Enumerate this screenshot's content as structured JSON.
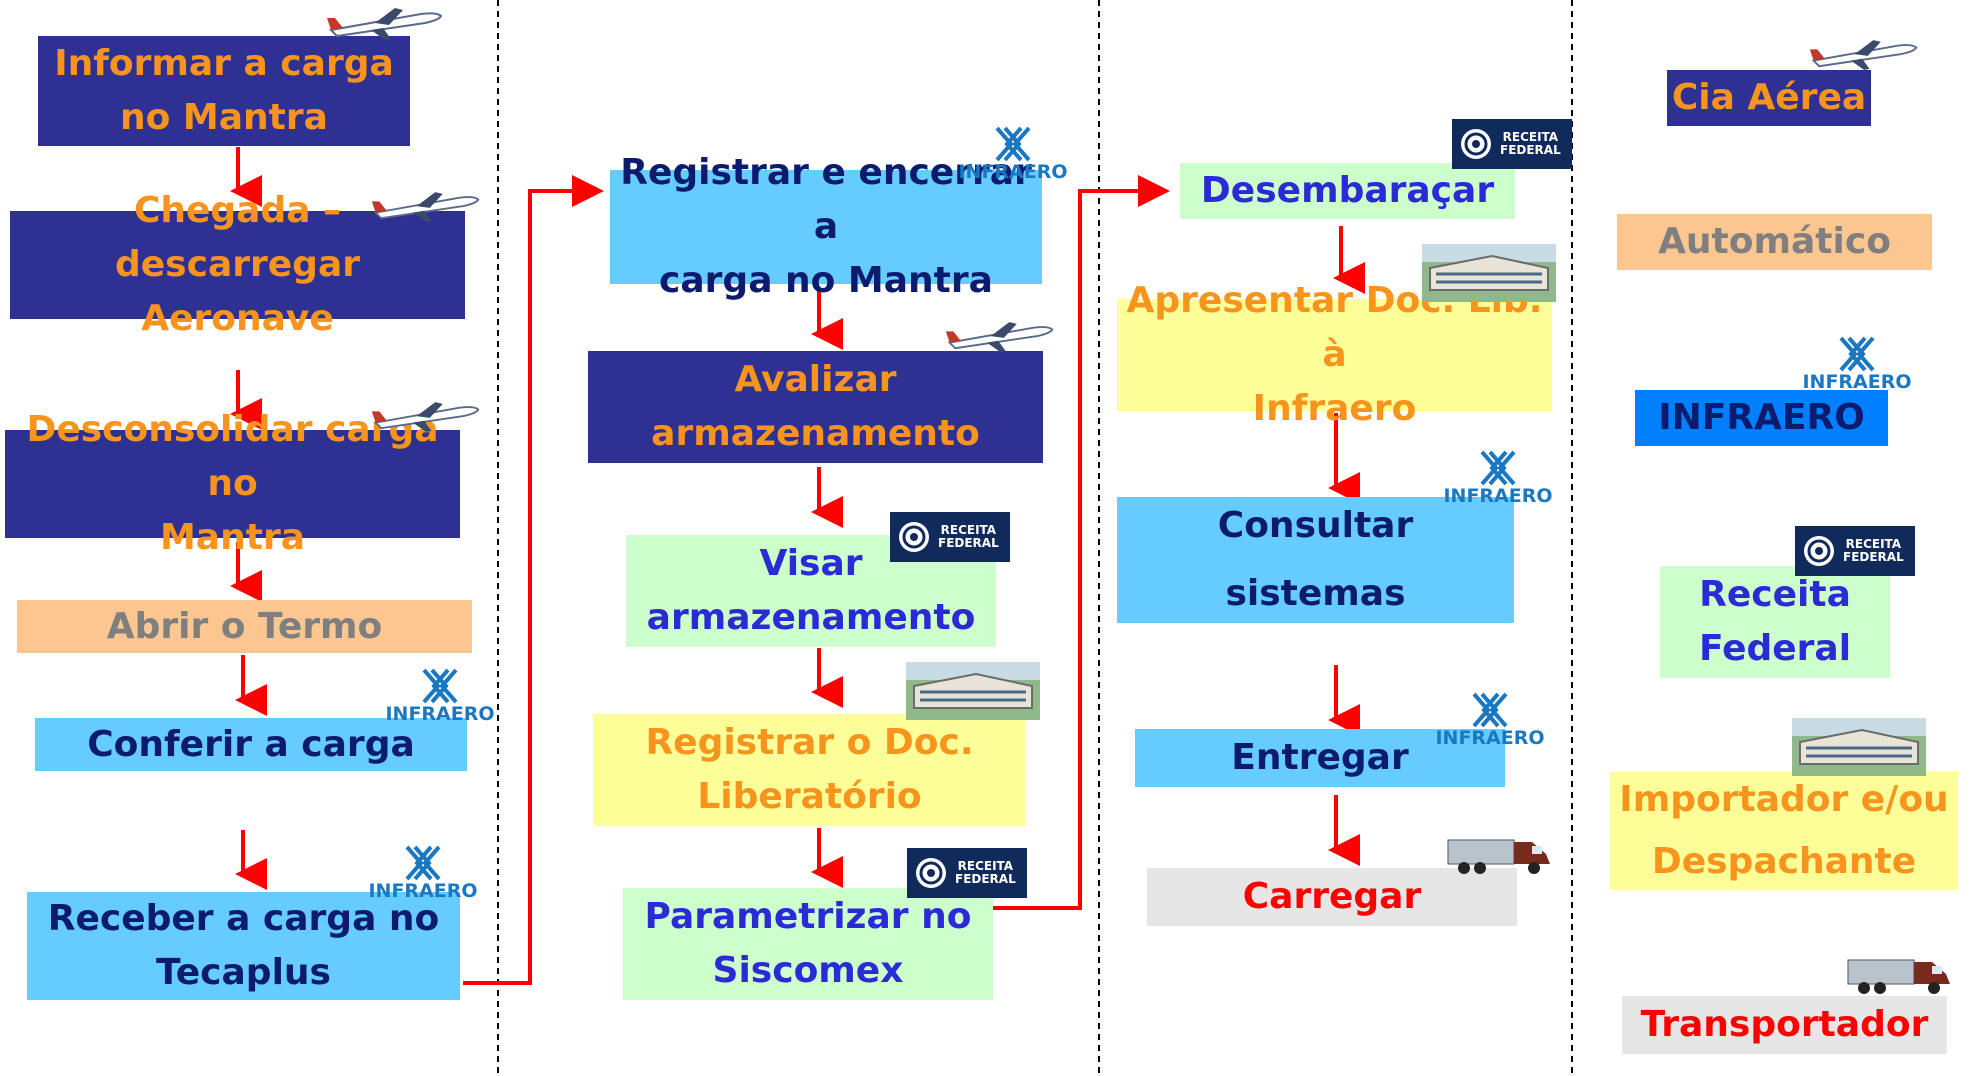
{
  "column1": {
    "informar": "Informar a  carga\nno Mantra",
    "chegada": "Chegada – descarregar\nAeronave",
    "desconsolidar": "Desconsolidar carga no\nMantra",
    "abrir": "Abrir o Termo",
    "conferir": "Conferir a carga",
    "receber": "Receber a carga no\nTecaplus"
  },
  "column2": {
    "registrar_encerrar": "Registrar e encerrar a\ncarga no Mantra",
    "avalizar": "Avalizar\narmazenamento",
    "visar": "Visar\narmazenamento",
    "registrar_doc": "Registrar o Doc.\nLiberatório",
    "parametrizar": "Parametrizar no\nSiscomex"
  },
  "column3": {
    "desembaracar": "Desembaraçar",
    "apresentar": "Apresentar Doc. Lib. à\nInfraero",
    "consultar": "Consultar\nsistemas",
    "entregar": "Entregar",
    "carregar": "Carregar"
  },
  "legend": {
    "cia_aerea": "Cia Aérea",
    "automatico": "Automático",
    "infraero": "INFRAERO",
    "receita": "Receita\nFederal",
    "importador": "Importador e/ou\nDespachante",
    "transportador": "Transportador"
  },
  "logos": {
    "infraero_text": "INFRAERO",
    "receita_text": "RECEITA\nFEDERAL"
  },
  "colors": {
    "navy": "#2e3192",
    "sky": "#66ccff",
    "green": "#ccffcc",
    "yellow": "#ffff99",
    "peach": "#fbc690",
    "grey": "#e6e6e6",
    "blue": "#0080ff",
    "arrow": "#ff0000",
    "orange_text": "#f7941d"
  }
}
